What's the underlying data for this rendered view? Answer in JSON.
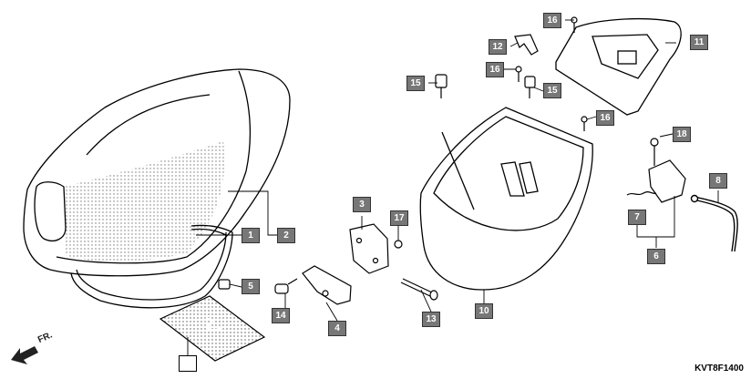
{
  "diagram": {
    "code": "KVT8F1400",
    "direction_label": "FR.",
    "callouts": [
      {
        "id": "c1",
        "label": "1"
      },
      {
        "id": "c2",
        "label": "2"
      },
      {
        "id": "c3",
        "label": "3"
      },
      {
        "id": "c4",
        "label": "4"
      },
      {
        "id": "c5",
        "label": "5"
      },
      {
        "id": "c6",
        "label": "6"
      },
      {
        "id": "c7",
        "label": "7"
      },
      {
        "id": "c8",
        "label": "8"
      },
      {
        "id": "c10",
        "label": "10"
      },
      {
        "id": "c11",
        "label": "11"
      },
      {
        "id": "c12",
        "label": "12"
      },
      {
        "id": "c13",
        "label": "13"
      },
      {
        "id": "c14",
        "label": "14"
      },
      {
        "id": "c15a",
        "label": "15"
      },
      {
        "id": "c15b",
        "label": "15"
      },
      {
        "id": "c16a",
        "label": "16"
      },
      {
        "id": "c16b",
        "label": "16"
      },
      {
        "id": "c16c",
        "label": "16"
      },
      {
        "id": "c17",
        "label": "17"
      },
      {
        "id": "c18",
        "label": "18"
      }
    ]
  }
}
